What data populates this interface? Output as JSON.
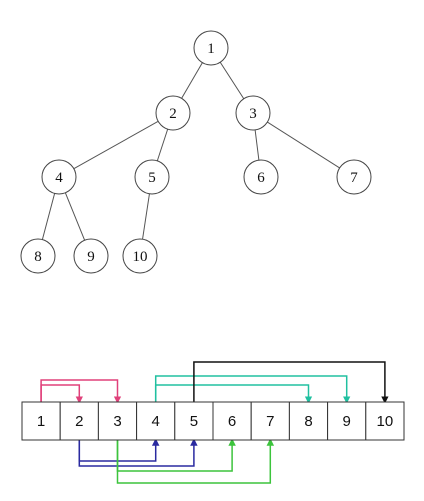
{
  "tree": {
    "nodes": [
      {
        "id": 1,
        "label": "1"
      },
      {
        "id": 2,
        "label": "2"
      },
      {
        "id": 3,
        "label": "3"
      },
      {
        "id": 4,
        "label": "4"
      },
      {
        "id": 5,
        "label": "5"
      },
      {
        "id": 6,
        "label": "6"
      },
      {
        "id": 7,
        "label": "7"
      },
      {
        "id": 8,
        "label": "8"
      },
      {
        "id": 9,
        "label": "9"
      },
      {
        "id": 10,
        "label": "10"
      }
    ],
    "edges": [
      [
        1,
        2
      ],
      [
        1,
        3
      ],
      [
        2,
        4
      ],
      [
        2,
        5
      ],
      [
        3,
        6
      ],
      [
        3,
        7
      ],
      [
        4,
        8
      ],
      [
        4,
        9
      ],
      [
        5,
        10
      ]
    ]
  },
  "array": {
    "cells": [
      "1",
      "2",
      "3",
      "4",
      "5",
      "6",
      "7",
      "8",
      "9",
      "10"
    ]
  },
  "connectors": [
    {
      "from": 1,
      "to": 2,
      "side": "top",
      "color": "#e0407a"
    },
    {
      "from": 1,
      "to": 3,
      "side": "top",
      "color": "#e0407a"
    },
    {
      "from": 2,
      "to": 4,
      "side": "bottom",
      "color": "#2a2aa0"
    },
    {
      "from": 2,
      "to": 5,
      "side": "bottom",
      "color": "#2a2aa0"
    },
    {
      "from": 3,
      "to": 6,
      "side": "bottom",
      "color": "#3cc43c"
    },
    {
      "from": 3,
      "to": 7,
      "side": "bottom",
      "color": "#3cc43c"
    },
    {
      "from": 4,
      "to": 8,
      "side": "top",
      "color": "#20c0a0"
    },
    {
      "from": 4,
      "to": 9,
      "side": "top",
      "color": "#20c0a0"
    },
    {
      "from": 5,
      "to": 10,
      "side": "top",
      "color": "#111111"
    }
  ]
}
